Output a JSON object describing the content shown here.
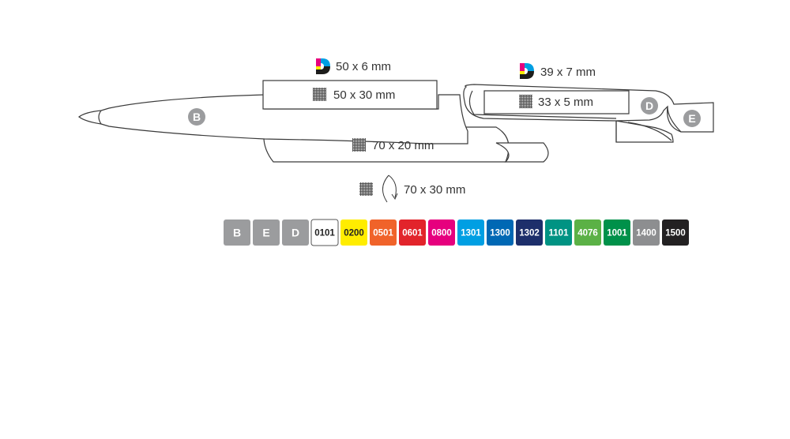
{
  "print_areas": {
    "digital_top": "50 x 6 mm",
    "screen_top": "50 x 30 mm",
    "digital_clip": "39 x 7 mm",
    "screen_clip": "33 x 5 mm",
    "screen_bottom": "70 x 20 mm",
    "rotary": "70 x 30 mm"
  },
  "zones": {
    "b": "B",
    "d": "D",
    "e": "E"
  },
  "swatches": [
    {
      "code": "B",
      "bg": "#9b9c9e",
      "fg": "#ffffff",
      "zone": true
    },
    {
      "code": "E",
      "bg": "#9b9c9e",
      "fg": "#ffffff",
      "zone": true
    },
    {
      "code": "D",
      "bg": "#9b9c9e",
      "fg": "#ffffff",
      "zone": true
    },
    {
      "code": "0101",
      "bg": "#ffffff",
      "fg": "#222222",
      "border": "#555555"
    },
    {
      "code": "0200",
      "bg": "#ffed00",
      "fg": "#222222"
    },
    {
      "code": "0501",
      "bg": "#f0632a",
      "fg": "#ffffff"
    },
    {
      "code": "0601",
      "bg": "#e2242b",
      "fg": "#ffffff"
    },
    {
      "code": "0800",
      "bg": "#e6007e",
      "fg": "#ffffff"
    },
    {
      "code": "1301",
      "bg": "#009fe3",
      "fg": "#ffffff"
    },
    {
      "code": "1300",
      "bg": "#0068b4",
      "fg": "#ffffff"
    },
    {
      "code": "1302",
      "bg": "#1d2f6b",
      "fg": "#ffffff"
    },
    {
      "code": "1101",
      "bg": "#009383",
      "fg": "#ffffff"
    },
    {
      "code": "4076",
      "bg": "#5bb146",
      "fg": "#ffffff"
    },
    {
      "code": "1001",
      "bg": "#00914a",
      "fg": "#ffffff"
    },
    {
      "code": "1400",
      "bg": "#8d8e90",
      "fg": "#ffffff"
    },
    {
      "code": "1500",
      "bg": "#232122",
      "fg": "#ffffff"
    }
  ]
}
